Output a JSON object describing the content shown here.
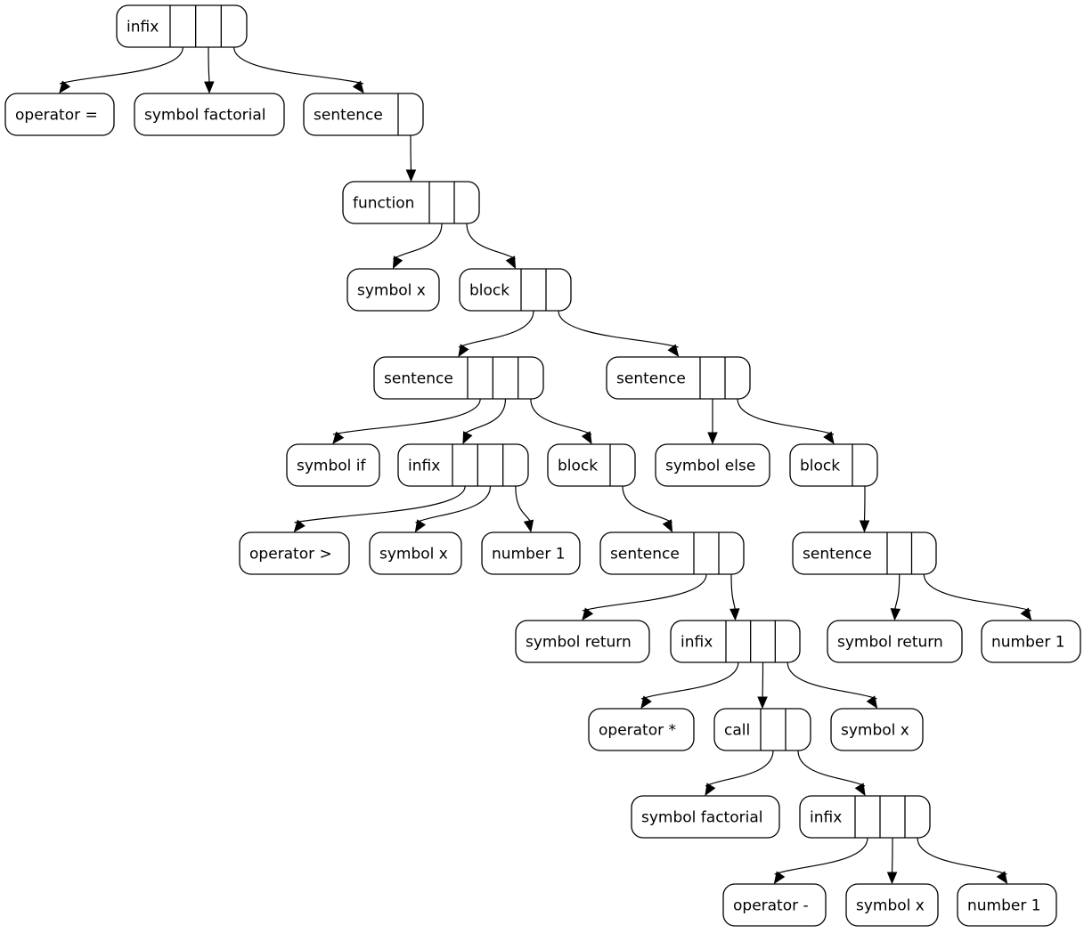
{
  "diagram": {
    "nodes": [
      {
        "id": "n1",
        "label": "infix"
      },
      {
        "id": "n2",
        "label": "operator ="
      },
      {
        "id": "n3",
        "label": "symbol factorial"
      },
      {
        "id": "n4",
        "label": "sentence"
      },
      {
        "id": "n5",
        "label": "function"
      },
      {
        "id": "n6",
        "label": "symbol x"
      },
      {
        "id": "n7",
        "label": "block"
      },
      {
        "id": "n8",
        "label": "sentence"
      },
      {
        "id": "n9",
        "label": "sentence"
      },
      {
        "id": "n10",
        "label": "symbol if"
      },
      {
        "id": "n11",
        "label": "infix"
      },
      {
        "id": "n12",
        "label": "block"
      },
      {
        "id": "n13",
        "label": "symbol else"
      },
      {
        "id": "n14",
        "label": "block"
      },
      {
        "id": "n15",
        "label": "operator >"
      },
      {
        "id": "n16",
        "label": "symbol x"
      },
      {
        "id": "n17",
        "label": "number 1"
      },
      {
        "id": "n18",
        "label": "sentence"
      },
      {
        "id": "n19",
        "label": "sentence"
      },
      {
        "id": "n20",
        "label": "symbol return"
      },
      {
        "id": "n21",
        "label": "infix"
      },
      {
        "id": "n22",
        "label": "symbol return"
      },
      {
        "id": "n23",
        "label": "number 1"
      },
      {
        "id": "n24",
        "label": "operator *"
      },
      {
        "id": "n25",
        "label": "call"
      },
      {
        "id": "n26",
        "label": "symbol x"
      },
      {
        "id": "n27",
        "label": "symbol factorial"
      },
      {
        "id": "n28",
        "label": "infix"
      },
      {
        "id": "n29",
        "label": "operator -"
      },
      {
        "id": "n30",
        "label": "symbol x"
      },
      {
        "id": "n31",
        "label": "number 1"
      }
    ],
    "edges": [
      {
        "from": "n1",
        "to": "n2"
      },
      {
        "from": "n1",
        "to": "n3"
      },
      {
        "from": "n1",
        "to": "n4"
      },
      {
        "from": "n4",
        "to": "n5"
      },
      {
        "from": "n5",
        "to": "n6"
      },
      {
        "from": "n5",
        "to": "n7"
      },
      {
        "from": "n7",
        "to": "n8"
      },
      {
        "from": "n7",
        "to": "n9"
      },
      {
        "from": "n8",
        "to": "n10"
      },
      {
        "from": "n8",
        "to": "n11"
      },
      {
        "from": "n8",
        "to": "n12"
      },
      {
        "from": "n9",
        "to": "n13"
      },
      {
        "from": "n9",
        "to": "n14"
      },
      {
        "from": "n11",
        "to": "n15"
      },
      {
        "from": "n11",
        "to": "n16"
      },
      {
        "from": "n11",
        "to": "n17"
      },
      {
        "from": "n12",
        "to": "n18"
      },
      {
        "from": "n14",
        "to": "n19"
      },
      {
        "from": "n18",
        "to": "n20"
      },
      {
        "from": "n18",
        "to": "n21"
      },
      {
        "from": "n19",
        "to": "n22"
      },
      {
        "from": "n19",
        "to": "n23"
      },
      {
        "from": "n21",
        "to": "n24"
      },
      {
        "from": "n21",
        "to": "n25"
      },
      {
        "from": "n21",
        "to": "n26"
      },
      {
        "from": "n25",
        "to": "n27"
      },
      {
        "from": "n25",
        "to": "n28"
      },
      {
        "from": "n28",
        "to": "n29"
      },
      {
        "from": "n28",
        "to": "n30"
      },
      {
        "from": "n28",
        "to": "n31"
      }
    ]
  }
}
